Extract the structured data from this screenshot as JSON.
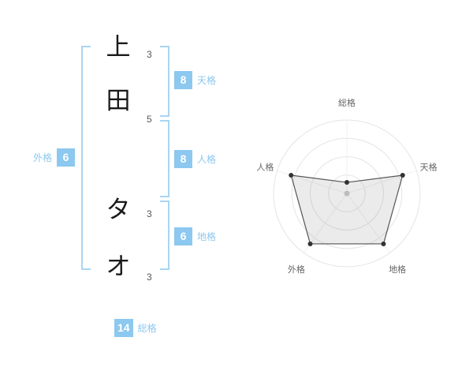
{
  "accent": "#8cc8ef",
  "name": {
    "chars": [
      {
        "char": "上",
        "strokes": "3"
      },
      {
        "char": "田",
        "strokes": "5"
      },
      {
        "char": "タ",
        "strokes": "3"
      },
      {
        "char": "オ",
        "strokes": "3"
      }
    ]
  },
  "kaku": {
    "tenkaku": {
      "label": "天格",
      "value": "8"
    },
    "jinkaku": {
      "label": "人格",
      "value": "8"
    },
    "chikaku": {
      "label": "地格",
      "value": "6"
    },
    "gaikaku": {
      "label": "外格",
      "value": "6"
    },
    "soukaku": {
      "label": "総格",
      "value": "14"
    }
  },
  "chart_data": {
    "type": "radar",
    "title": "",
    "axes": [
      "総格",
      "天格",
      "地格",
      "外格",
      "人格"
    ],
    "values_normalized": [
      0.15,
      0.8,
      0.85,
      0.85,
      0.8
    ],
    "max": 1,
    "rings": 4,
    "start_angle_deg": -90,
    "direction": "clockwise",
    "legend": "none",
    "grid": "circles",
    "fill_color": "rgba(130,130,130,0.16)",
    "stroke_color": "#555555",
    "point_color": "#333333",
    "ring_color": "#e4e4e4",
    "spoke_color": "#f0f0f0",
    "axis_label_color": "#666666"
  }
}
